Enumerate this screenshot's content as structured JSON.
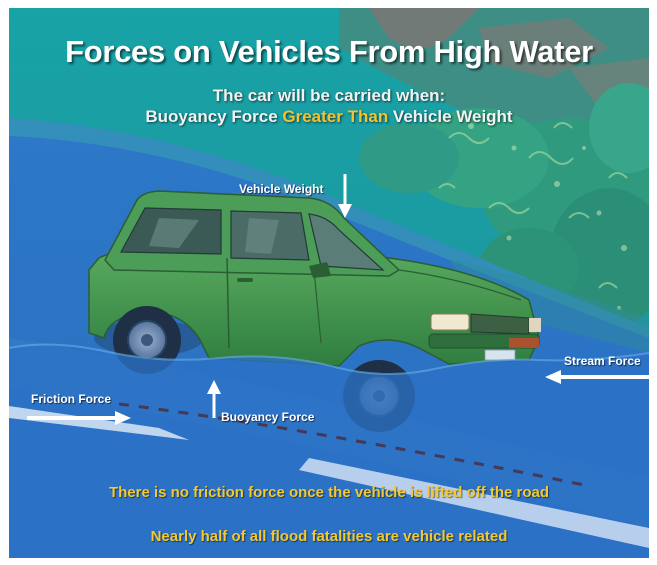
{
  "title": "Forces on Vehicles From High Water",
  "subtitle_line1": "The car will be carried when:",
  "subtitle_line2": {
    "part1": "Buoyancy Force ",
    "highlight": "Greater Than",
    "part2": " Vehicle Weight"
  },
  "labels": {
    "vehicle_weight": "Vehicle Weight",
    "stream_force": "Stream  Force",
    "friction_force": "Friction Force",
    "buoyancy_force": "Buoyancy Force"
  },
  "footer_line1": "There is no friction force once the vehicle is lifted off the road",
  "footer_line2": "Nearly half of all flood fatalities are vehicle related",
  "colors": {
    "water": "#2a72c4",
    "sky_teal": "#1f9ea6",
    "foliage": "#2f9a7e",
    "car_body": "#3f9a4f",
    "highlight_text": "#f2c230",
    "footer_text": "#f3c830"
  },
  "icons": [
    "down-arrow-icon",
    "left-arrow-icon",
    "right-arrow-icon",
    "up-arrow-icon"
  ]
}
